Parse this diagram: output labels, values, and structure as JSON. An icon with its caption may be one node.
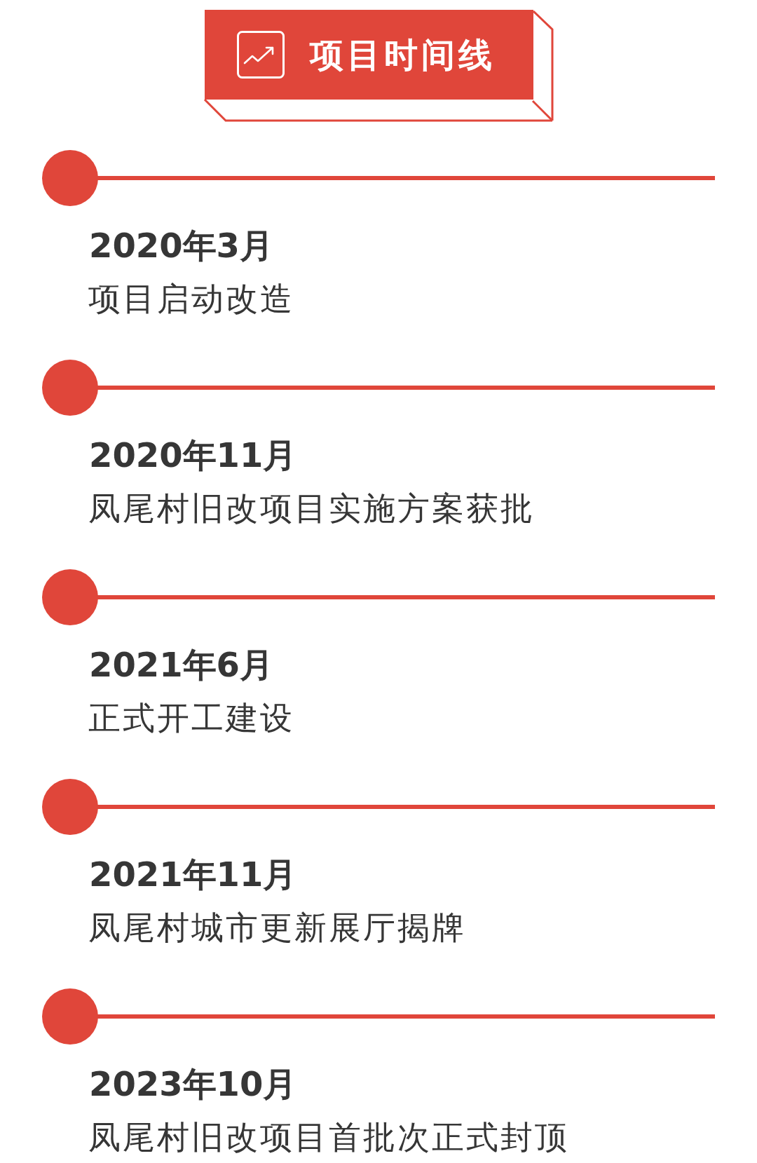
{
  "diagram": {
    "title": "项目时间线",
    "nodes": [
      {
        "text": [],
        "shape": "circle",
        "beside": [
          "2020年3月",
          "项目启动改造"
        ]
      },
      {
        "text": [],
        "shape": "circle",
        "beside": [
          "2020年11月",
          "凤尾村旧改项目实施方案获批"
        ]
      },
      {
        "text": [],
        "shape": "circle",
        "beside": [
          "2021年6月",
          "正式开工建设"
        ]
      },
      {
        "text": [],
        "shape": "circle",
        "beside": [
          "2021年11月",
          "凤尾村城市更新展厅揭牌"
        ]
      },
      {
        "text": [],
        "shape": "circle",
        "beside": [
          "2023年10月",
          "凤尾村旧改项目首批次正式封顶"
        ]
      }
    ]
  }
}
